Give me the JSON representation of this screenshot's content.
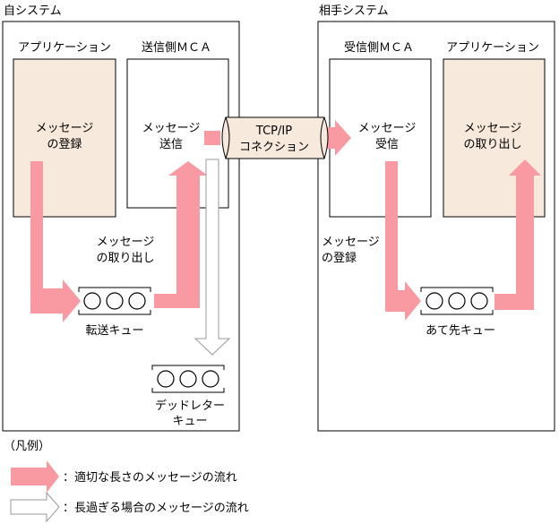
{
  "local_system": {
    "title": "自システム",
    "application": {
      "title": "アプリケーション",
      "line1": "メッセージ",
      "line2": "の登録"
    },
    "send_mca": {
      "title": "送信側ＭＣＡ",
      "line1": "メッセージ",
      "line2": "送信"
    },
    "retrieve": {
      "line1": "メッセージ",
      "line2": "の取り出し"
    },
    "transfer_queue": "転送キュー",
    "dead_letter_queue": {
      "line1": "デッドレター",
      "line2": "キュー"
    }
  },
  "remote_system": {
    "title": "相手システム",
    "receive_mca": {
      "title": "受信側ＭＣＡ",
      "line1": "メッセージ",
      "line2": "受信"
    },
    "application": {
      "title": "アプリケーション",
      "line1": "メッセージ",
      "line2": "の取り出し"
    },
    "register": {
      "line1": "メッセージ",
      "line2": "の登録"
    },
    "destination_queue": "あて先キュー"
  },
  "connection": {
    "line1": "TCP/IP",
    "line2": "コネクション"
  },
  "legend": {
    "title": "（凡例）",
    "normal": "：適切な長さのメッセージの流れ",
    "too_long": "：長過ぎる場合のメッセージの流れ"
  },
  "colors": {
    "flow_arrow": "#f99aa2",
    "application_fill": "#f7e9db",
    "overflow_arrow_stroke": "#9a9a9a"
  }
}
